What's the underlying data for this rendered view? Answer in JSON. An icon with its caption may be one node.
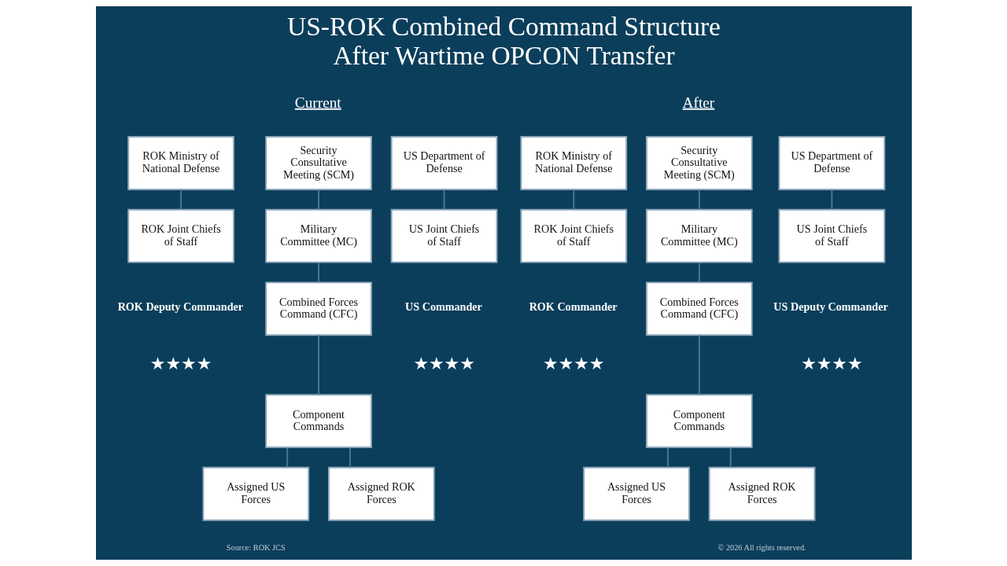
{
  "diagram": {
    "title": "US-ROK Combined Command Structure After Wartime OPCON Transfer",
    "nodes": [
      {
        "text": [
          "ROK Ministry of National Defense"
        ]
      },
      {
        "text": [
          "Security Consultative Meeting (SCM)"
        ]
      },
      {
        "text": [
          "US Department of Defense"
        ]
      },
      {
        "text": [
          "ROK Joint Chiefs of Staff"
        ]
      },
      {
        "text": [
          "Military Committee (MC)"
        ]
      },
      {
        "text": [
          "US Joint Chiefs of Staff"
        ]
      },
      {
        "text": [
          "Combined Forces Command (CFC)"
        ]
      },
      {
        "text": [
          "Component Commands"
        ]
      },
      {
        "text": [
          "Assigned US Forces"
        ]
      },
      {
        "text": [
          "Assigned ROK Forces"
        ]
      },
      {
        "text": [
          "ROK Ministry of National Defense"
        ]
      },
      {
        "text": [
          "Security Consultative Meeting (SCM)"
        ]
      },
      {
        "text": [
          "US Department of Defense"
        ]
      },
      {
        "text": [
          "ROK Joint Chiefs of Staff"
        ]
      },
      {
        "text": [
          "Military Committee (MC)"
        ]
      },
      {
        "text": [
          "US Joint Chiefs of Staff"
        ]
      },
      {
        "text": [
          "Combined Forces Command (CFC)"
        ]
      },
      {
        "text": [
          "Component Commands"
        ]
      },
      {
        "text": [
          "Assigned US Forces"
        ]
      },
      {
        "text": [
          "Assigned ROK Forces"
        ]
      }
    ],
    "edges": [
      {
        "from": 0,
        "to": 3,
        "arrow": "none"
      },
      {
        "from": 1,
        "to": 4,
        "arrow": "none"
      },
      {
        "from": 2,
        "to": 5,
        "arrow": "none"
      },
      {
        "from": 4,
        "to": 6,
        "arrow": "none"
      },
      {
        "from": 6,
        "to": 7,
        "arrow": "none"
      },
      {
        "from": 7,
        "to": 8,
        "arrow": "none"
      },
      {
        "from": 7,
        "to": 9,
        "arrow": "none"
      },
      {
        "from": 10,
        "to": 13,
        "arrow": "none"
      },
      {
        "from": 11,
        "to": 14,
        "arrow": "none"
      },
      {
        "from": 12,
        "to": 15,
        "arrow": "none"
      },
      {
        "from": 14,
        "to": 16,
        "arrow": "none"
      },
      {
        "from": 16,
        "to": 17,
        "arrow": "none"
      },
      {
        "from": 17,
        "to": 18,
        "arrow": "none"
      },
      {
        "from": 17,
        "to": 19,
        "arrow": "none"
      }
    ],
    "labels": [
      "Current",
      "ROK Deputy Commander",
      "★★★★",
      "US Commander",
      "★★★★",
      "After",
      "ROK Commander",
      "★★★★",
      "US Deputy Commander",
      "★★★★",
      "Source: ROK JCS",
      "© 2026 All rights reserved."
    ]
  }
}
